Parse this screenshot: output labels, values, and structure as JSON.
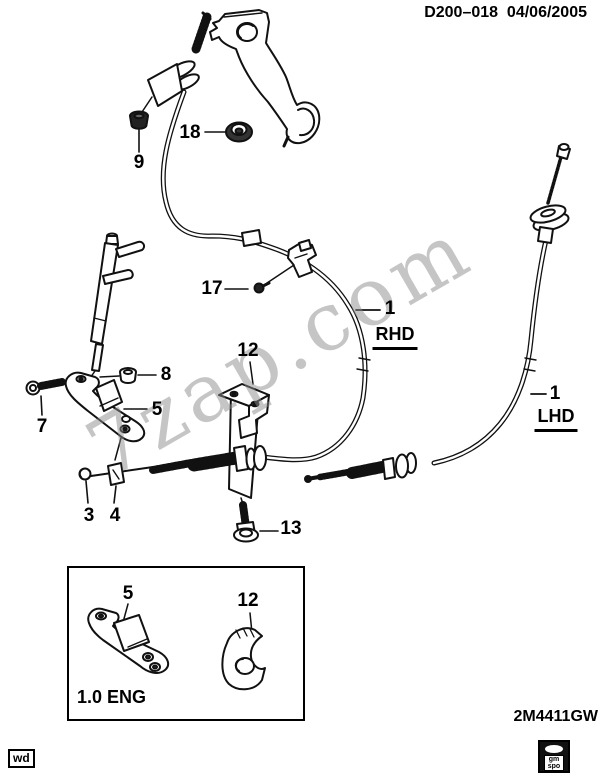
{
  "header": {
    "doc_code_date": "D200–018  04/06/2005"
  },
  "watermark": {
    "text": "7zap.com"
  },
  "callouts": {
    "nut9": "9",
    "grommet18": "18",
    "screw17": "17",
    "cable_rhd": "1",
    "rhd_label": "RHD",
    "bracket12": "12",
    "nut8": "8",
    "arm5": "5",
    "bolt7": "7",
    "ball3": "3",
    "adjuster4": "4",
    "bolt13": "13",
    "cable_lhd": "1",
    "lhd_label": "LHD"
  },
  "inset": {
    "arm5": "5",
    "bracket12": "12",
    "engine_variant": "1.0 ENG"
  },
  "footer": {
    "drawing_code": "2M4411GW",
    "wd_badge": "wd",
    "spo_line1": "gm",
    "spo_line2": "spo"
  },
  "colors": {
    "line": "#111111",
    "watermark_gray": "#8c8c8c",
    "grommet_fill": "#333333"
  }
}
